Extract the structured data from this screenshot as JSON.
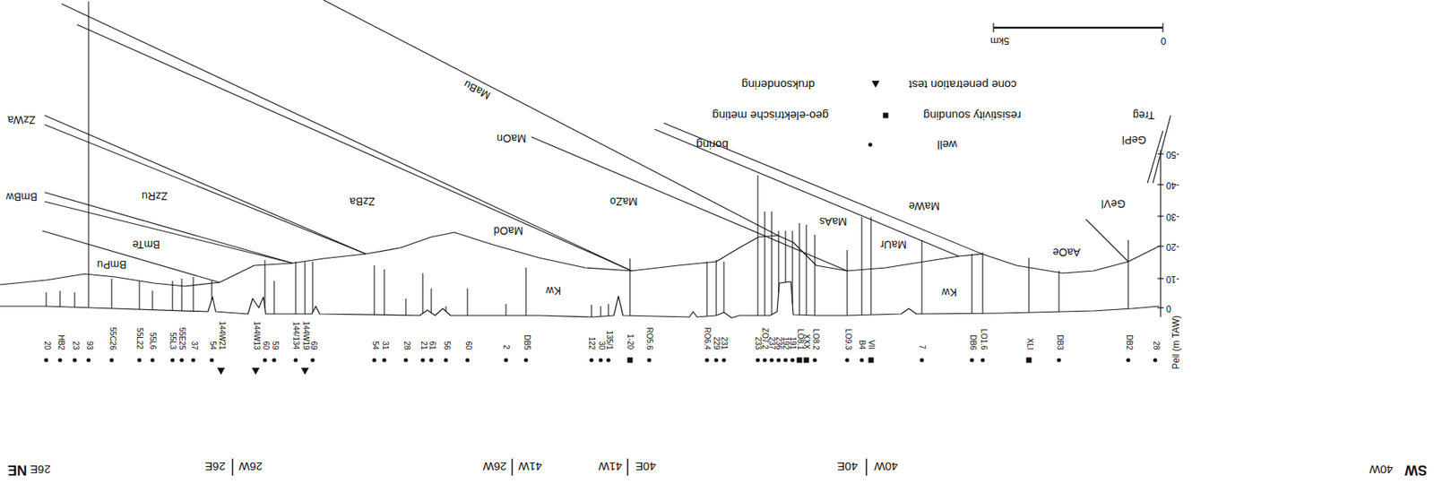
{
  "diagram": {
    "labels": [
      "SW",
      "40W",
      "40W",
      "40E",
      "40E",
      "41W",
      "41W",
      "26W",
      "26W",
      "26E",
      "26E",
      "NE",
      "0",
      "5km",
      "boring",
      "geo-elektrische meting",
      "druksondering",
      "Peil (m TAW)",
      "0",
      "-10",
      "-20",
      "-30",
      "-40",
      "-50",
      "Treg",
      "GePl",
      "GeVl",
      "AaOe",
      "MaWe",
      "MaUr",
      "MaAs",
      "MaZo",
      "MaOn",
      "MaBu",
      "MaOd",
      "ZzBa",
      "ZzRu",
      "ZzWa",
      "BmBw",
      "BmTe",
      "BmPu",
      "Kw",
      "Kw",
      "28",
      "DB2",
      "DB3",
      "XLI",
      "LO1.6",
      "DB6",
      "7",
      "VII",
      "B4",
      "LO9.3",
      "LO8.2",
      "XXX",
      "LO8.1",
      "191",
      "192",
      "236",
      "237",
      "ZO7.2",
      "233",
      "231",
      "229",
      "RO6.4",
      "RO5.6",
      "1-20",
      "135/1",
      "30",
      "122",
      "DB5",
      "2",
      "60",
      "56",
      "61",
      "21",
      "28",
      "31",
      "54",
      "69",
      "144W19",
      "144/134",
      "59",
      "60",
      "144W13",
      "144W21",
      "54",
      "37",
      "55E25",
      "55L3",
      "55L6",
      "55L22",
      "55C26",
      "93",
      "23",
      "HB2",
      "20"
    ],
    "legend": [
      {
        "text": "well"
      },
      {
        "text": "resistivity sounding"
      },
      {
        "text": "cone penetration test"
      }
    ]
  }
}
